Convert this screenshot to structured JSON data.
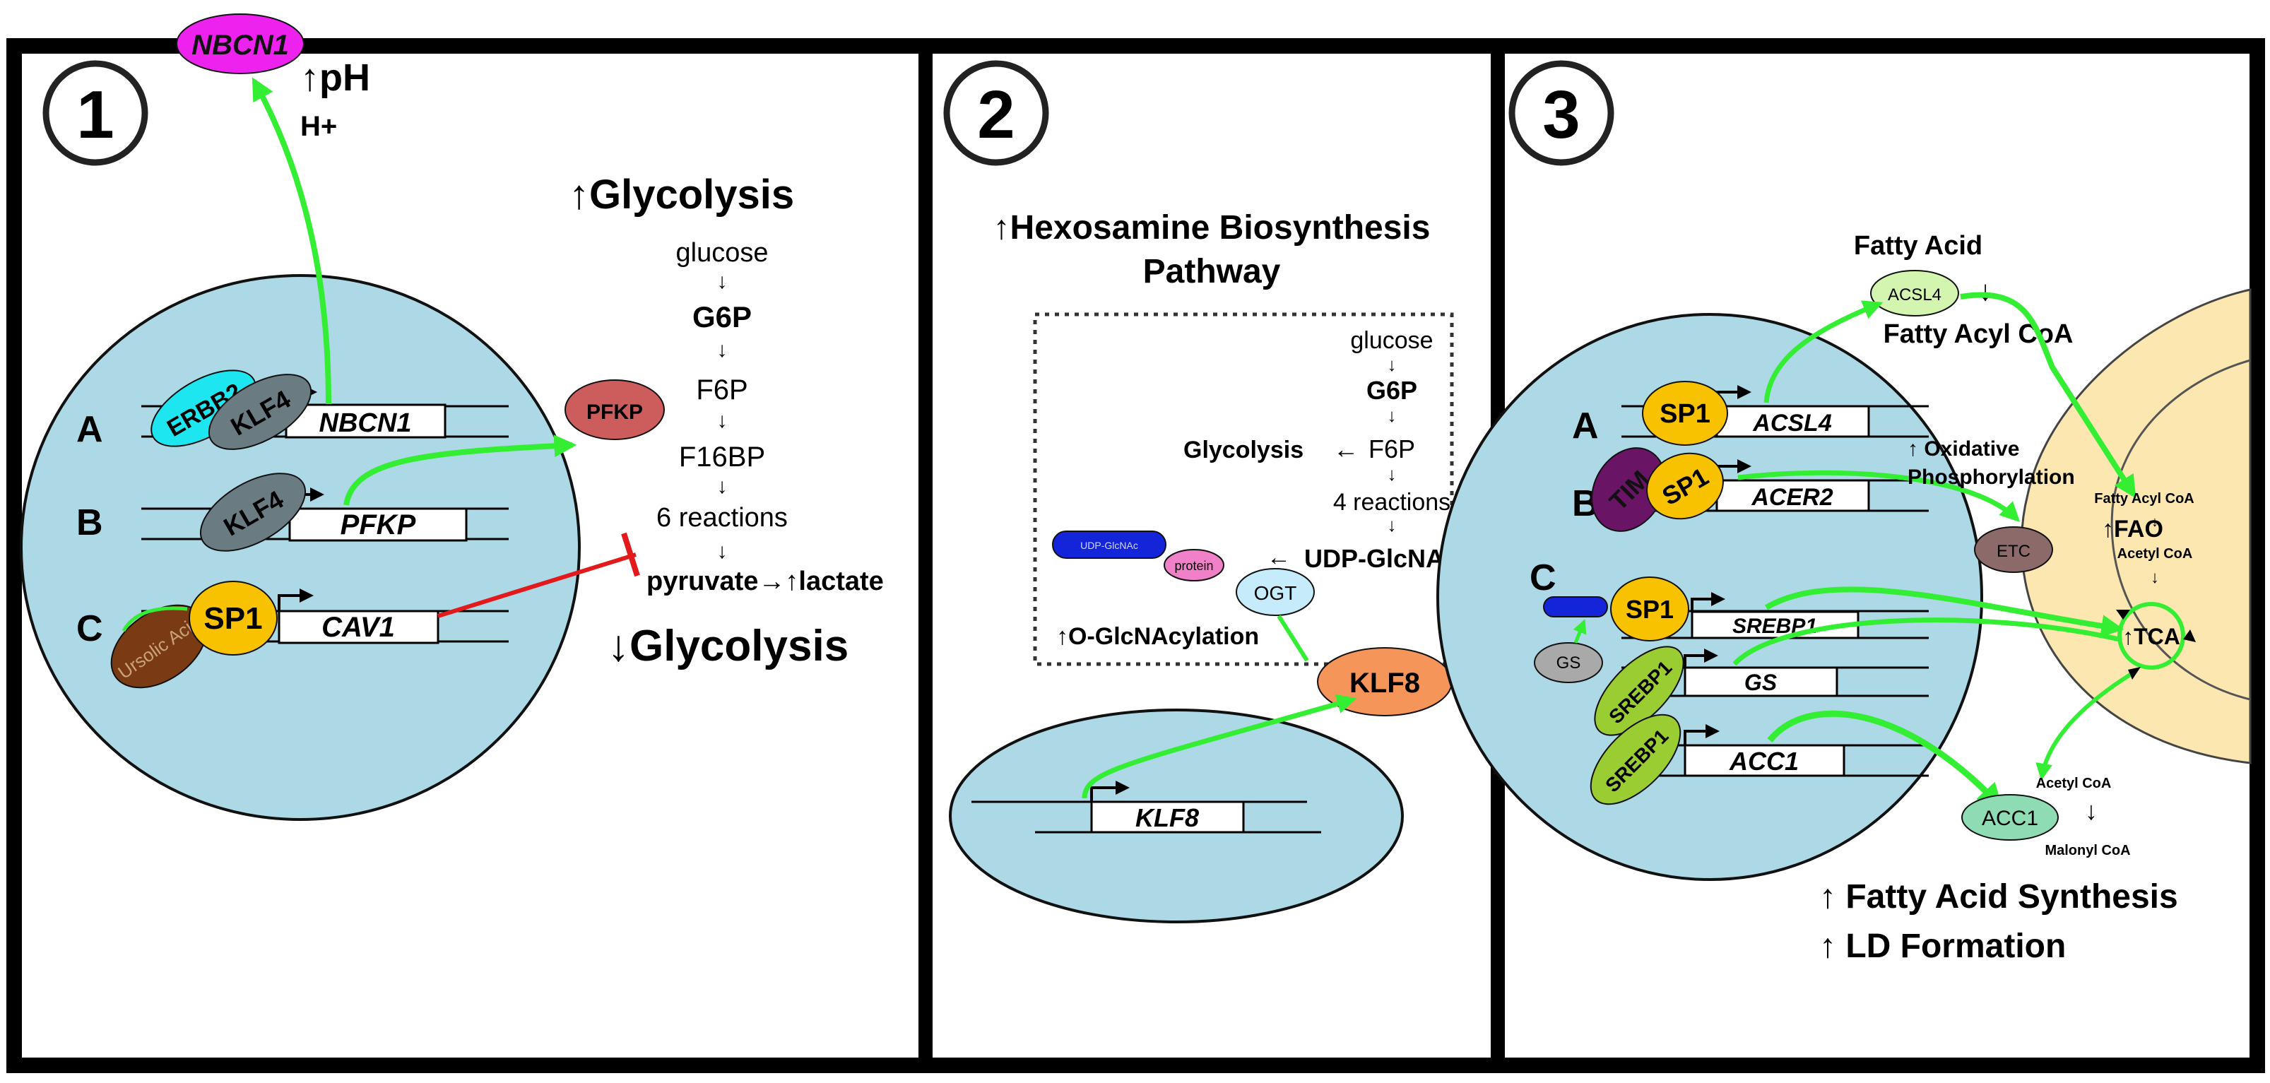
{
  "panel1": {
    "number": "1",
    "nbcn1_out": "NBCN1",
    "ph": "↑pH",
    "hplus": "H+",
    "up_glycolysis": "↑Glycolysis",
    "down_glycolysis": "↓Glycolysis",
    "glucose": "glucose",
    "g6p": "G6P",
    "f6p": "F6P",
    "f16bp": "F16BP",
    "reactions": "6 reactions",
    "pyruvate": "pyruvate→↑lactate",
    "arrow": "↓",
    "pfkp_protein": "PFKP",
    "row_a": "A",
    "row_b": "B",
    "row_c": "C",
    "erbb2": "ERBB2",
    "klf4_a": "KLF4",
    "klf4_b": "KLF4",
    "ursolic": "Ursolic Acid",
    "sp1": "SP1",
    "gene_nbcn1": "NBCN1",
    "gene_pfkp": "PFKP",
    "gene_cav1": "CAV1"
  },
  "panel2": {
    "number": "2",
    "title_line1": "↑Hexosamine Biosynthesis",
    "title_line2": "Pathway",
    "glucose": "glucose",
    "g6p": "G6P",
    "f6p": "F6P",
    "glycolysis": "Glycolysis",
    "left_arrow": "←",
    "reactions": "4 reactions",
    "udp": "UDP-GlcNAc",
    "udp_small": "UDP-GlcNAc",
    "protein": "protein",
    "ogt": "OGT",
    "oglcnac": "↑O-GlcNAcylation",
    "klf8_protein": "KLF8",
    "gene_klf8": "KLF8",
    "arrow": "↓"
  },
  "panel3": {
    "number": "3",
    "fatty_acid": "Fatty Acid",
    "acsl4_enzyme": "ACSL4",
    "fatty_acyl_coa": "Fatty Acyl CoA",
    "oxphos_line1": "↑ Oxidative",
    "oxphos_line2": "Phosphorylation",
    "etc": "ETC",
    "mito_fatty_acyl": "Fatty Acyl CoA",
    "fao": "↑FAO",
    "mito_acetyl": "Acetyl CoA",
    "tca": "↑TCA",
    "acetyl_coa": "Acetyl CoA",
    "acc1_enzyme": "ACC1",
    "malonyl": "Malonyl CoA",
    "fas": "↑  Fatty Acid Synthesis",
    "ld": "↑  LD Formation",
    "row_a": "A",
    "row_b": "B",
    "row_c": "C",
    "sp1_a": "SP1",
    "tim": "TIM",
    "sp1_b": "SP1",
    "sp1_c": "SP1",
    "gs_protein": "GS",
    "srebp1_a": "SREBP1",
    "srebp1_b": "SREBP1",
    "gene_acsl4": "ACSL4",
    "gene_acer2": "ACER2",
    "gene_srebp1": "SREBP1",
    "gene_gs": "GS",
    "gene_acc1": "ACC1",
    "arrow": "↓"
  },
  "colors": {
    "cell": "#add8e6",
    "mito": "#fde7b0",
    "activation": "#33ee33",
    "inhibition": "#e31a1c",
    "sp1": "#f9c200",
    "klf4": "#6b7b82",
    "erbb2": "#1ee6f0",
    "nbcn1": "#ee22ee",
    "pfkp": "#cd5c5c",
    "ursolic": "#7a3b14",
    "tim": "#6a1466",
    "srebp1": "#9acd32",
    "klf8": "#f5955a",
    "ogt": "#c6ecfb",
    "acsl4": "#d4f5b0",
    "acc1": "#8fdcb4",
    "etc": "#8c6a6a",
    "gs": "#a9a9a9"
  }
}
